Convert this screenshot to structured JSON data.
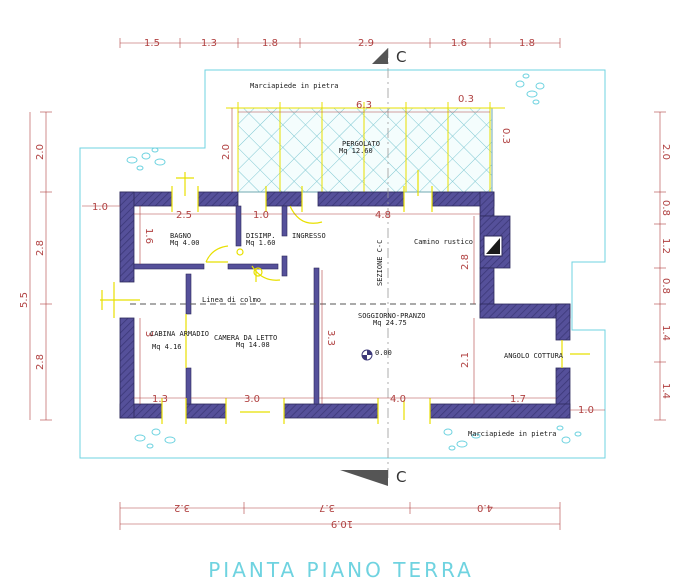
{
  "title": "PIANTA  PIANO  TERRA",
  "colors": {
    "wall": "#55509a",
    "wall_hatch": "#3c3878",
    "dimension": "#b04040",
    "yellow": "#e8e000",
    "cyan": "#6fd3e0",
    "pergola": "#7fc8d2"
  },
  "rooms": [
    {
      "name": "BAGNO",
      "area": "Mq 4.00"
    },
    {
      "name": "DISIMP.",
      "area": "Mq 1.60"
    },
    {
      "name": "INGRESSO"
    },
    {
      "name": "PERGOLATO",
      "area": "Mq 12.60"
    },
    {
      "name": "SOGGIORNO-PRANZO",
      "area": "Mq 24.75"
    },
    {
      "name": "CAMERA DA LETTO",
      "area": "Mq 14.08"
    },
    {
      "name": "CABINA ARMADIO",
      "area": "Mq 4.16"
    },
    {
      "name": "ANGOLO COTTURA"
    }
  ],
  "labels": {
    "sidewalk_top": "Marciapiede in pietra",
    "sidewalk_bottom": "Marciapiede in pietra",
    "fireplace": "Camino rustico",
    "section_line": "Linea di colmo",
    "section_label_vertical": "SEZIONE C-C",
    "level": "0.00",
    "section_mark": "C"
  },
  "dims_top": [
    "1.5",
    "1.3",
    "1.8",
    "2.9",
    "1.6",
    "1.8"
  ],
  "dims_bottom": [
    "3.2",
    "3.7",
    "4.0"
  ],
  "dim_total": "10.9",
  "dims_left": [
    "2.0",
    "2.8",
    "2.8"
  ],
  "dim_left_total": "5.5",
  "dims_right": [
    "2.0",
    "0.8",
    "1.2",
    "0.8",
    "1.4",
    "1.4"
  ],
  "dims_inner": {
    "d1": "1.0",
    "d2": "2.5",
    "d3": "1.0",
    "d4": "4.8",
    "d5": "6.3",
    "d6": "0.3",
    "d7": "0.3",
    "d8": "1.6",
    "d9": "3",
    "d10": "3.3",
    "d11": "2.8",
    "d12": "2.1",
    "d13": "1.3",
    "d14": "3.0",
    "d15": "4.0",
    "d16": "1.7",
    "d17": "1.0",
    "d18": "2.0"
  }
}
